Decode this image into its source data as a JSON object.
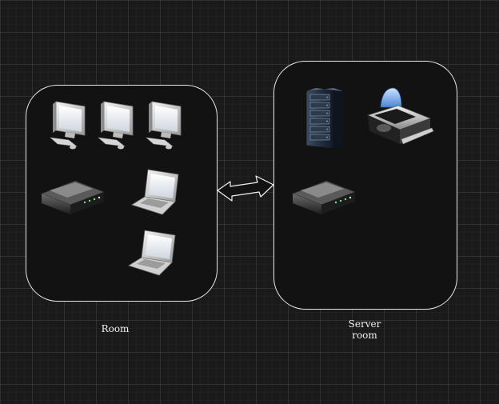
{
  "diagram": {
    "room": {
      "label": "Room",
      "devices": [
        "desktop-icon",
        "desktop-icon",
        "desktop-icon",
        "router-icon",
        "laptop-icon",
        "laptop-icon"
      ]
    },
    "server_room": {
      "label": "Server\nroom",
      "devices": [
        "server-rack-icon",
        "printer-icon",
        "router-icon"
      ]
    },
    "connection": {
      "type": "bidirectional-arrow",
      "from": "room",
      "to": "server_room"
    }
  }
}
